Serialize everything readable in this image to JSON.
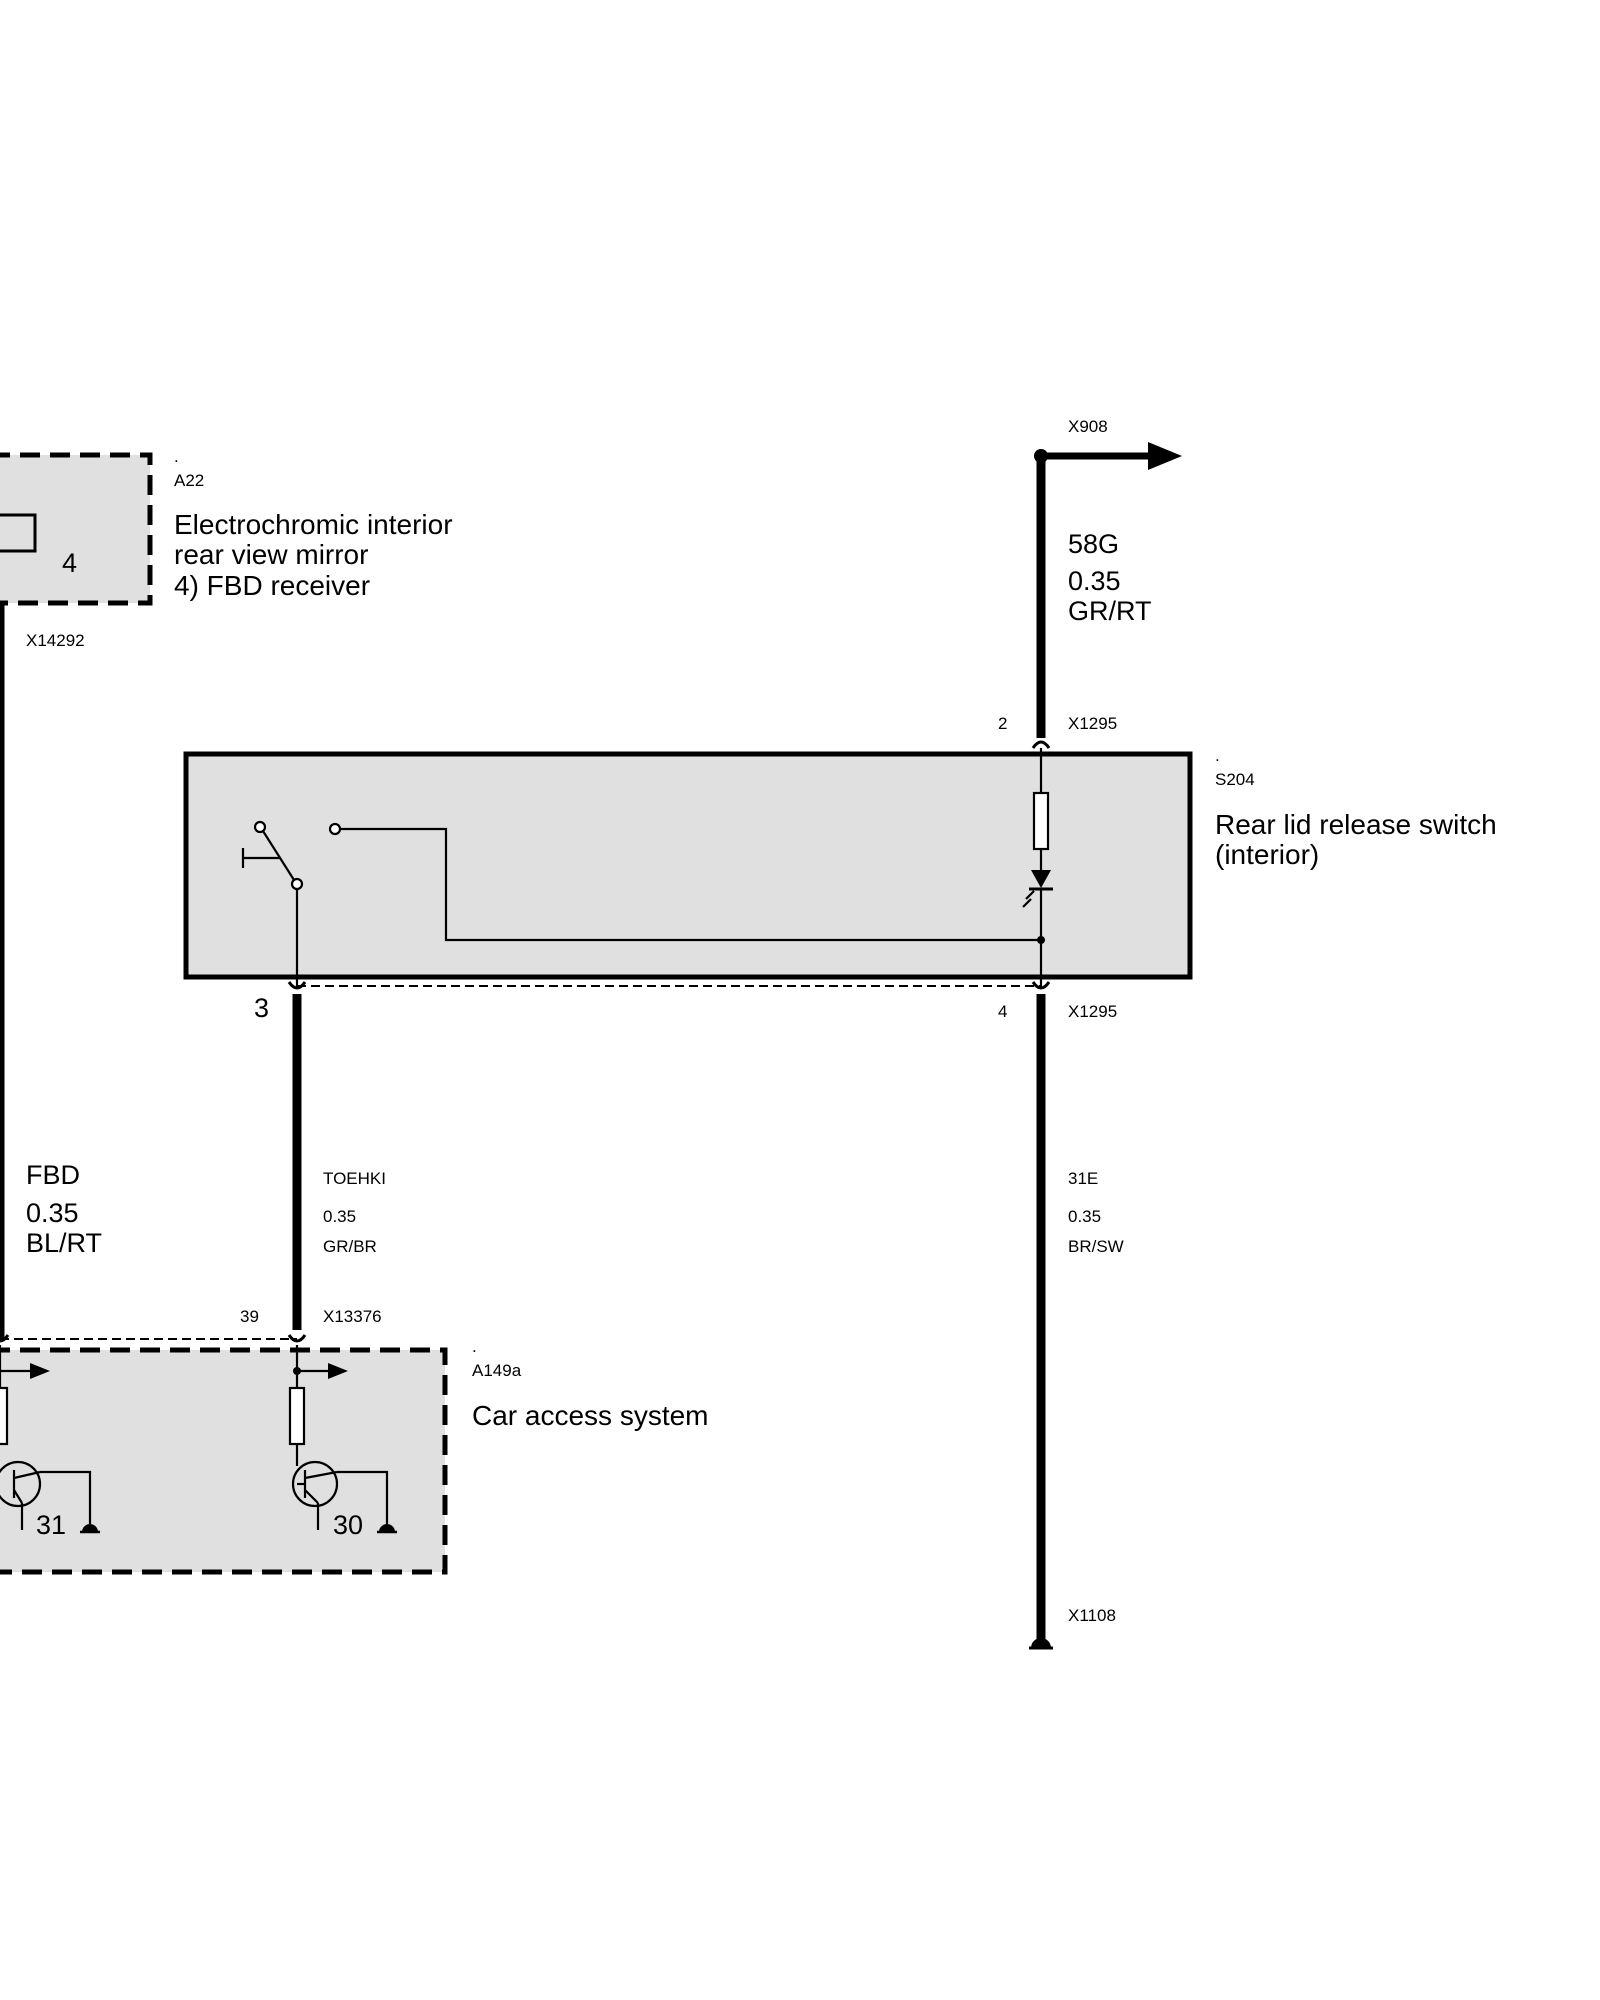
{
  "components": {
    "a22": {
      "dot": ".",
      "id": "A22",
      "name_line1": "Electrochromic interior",
      "name_line2": "rear view mirror",
      "name_line3": "4) FBD receiver",
      "pin": "4",
      "connector": "X14292"
    },
    "s204": {
      "dot": ".",
      "id": "S204",
      "name_line1": "Rear lid release switch",
      "name_line2": "(interior)",
      "pin_top": "2",
      "pin_top_connector": "X1295",
      "pin_left": "3",
      "pin_bottom": "4",
      "pin_bottom_connector": "X1295"
    },
    "a149a": {
      "dot": ".",
      "id": "A149a",
      "name": "Car access system",
      "pin_39": "39",
      "connector": "X13376",
      "ground_31": "31",
      "ground_30": "30"
    }
  },
  "connectors": {
    "x908": "X908",
    "x1108": "X1108"
  },
  "wires": {
    "w58g": {
      "signal": "58G",
      "gauge": "0.35",
      "color": "GR/RT"
    },
    "fbd": {
      "signal": "FBD",
      "gauge": "0.35",
      "color": "BL/RT"
    },
    "toehki": {
      "signal": "TOEHKI",
      "gauge": "0.35",
      "color": "GR/BR"
    },
    "w31e": {
      "signal": "31E",
      "gauge": "0.35",
      "color": "BR/SW"
    }
  }
}
